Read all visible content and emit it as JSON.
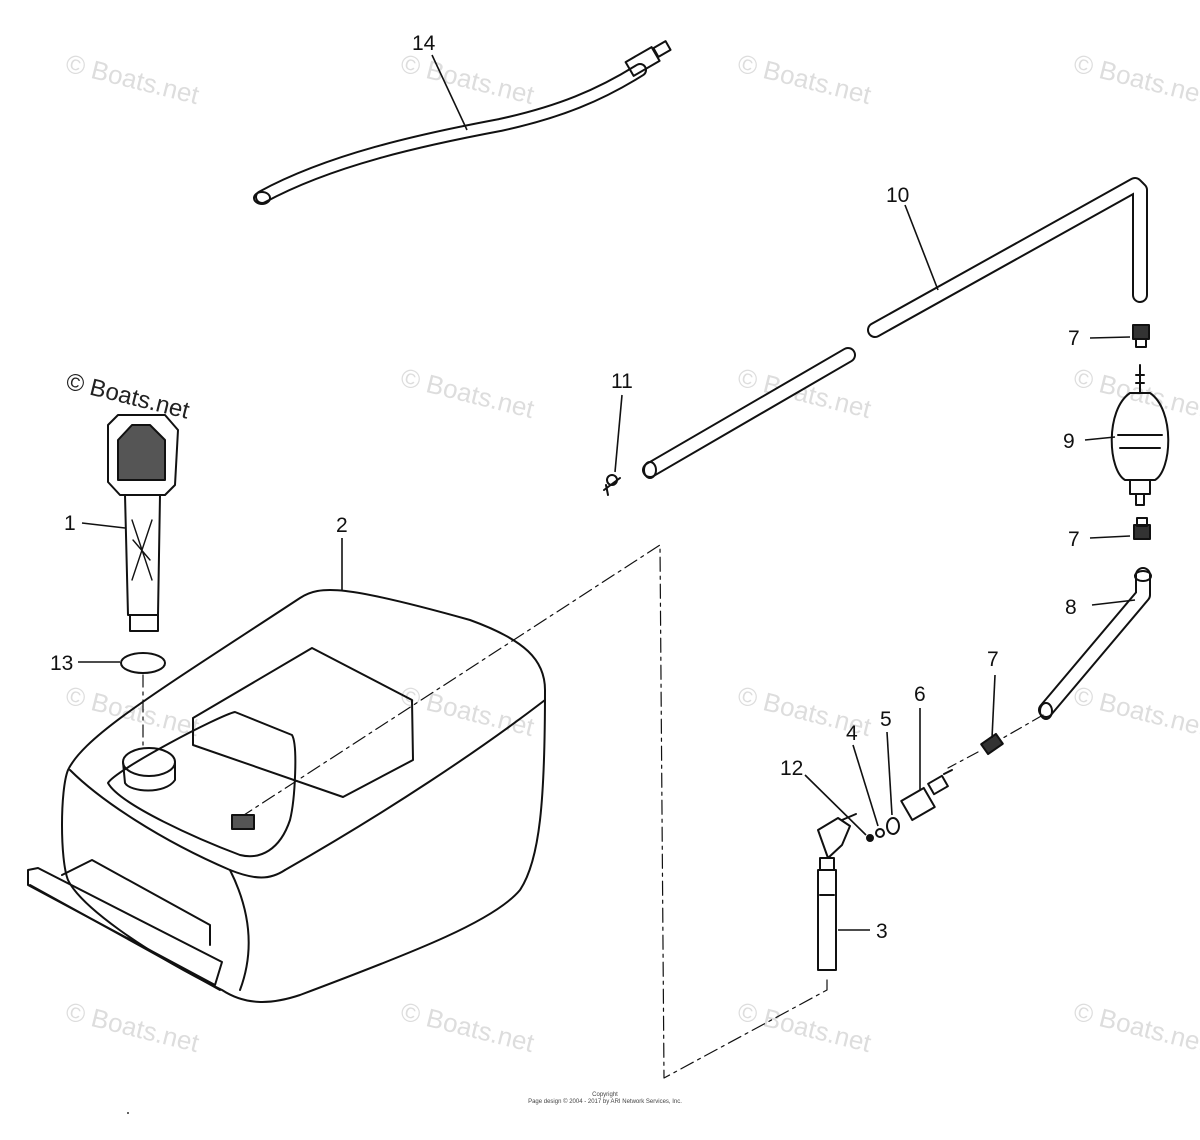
{
  "watermark": "© Boats.net",
  "brand_label": "© Boats.net",
  "callouts": {
    "p1": "1",
    "p2": "2",
    "p3": "3",
    "p4": "4",
    "p5": "5",
    "p6": "6",
    "p7a": "7",
    "p7b": "7",
    "p7c": "7",
    "p8": "8",
    "p9": "9",
    "p10": "10",
    "p11": "11",
    "p12": "12",
    "p13": "13",
    "p14": "14"
  },
  "footer": {
    "line1": "Copyright",
    "line2": "Page design © 2004 - 2017 by ARI Network Services, Inc."
  }
}
